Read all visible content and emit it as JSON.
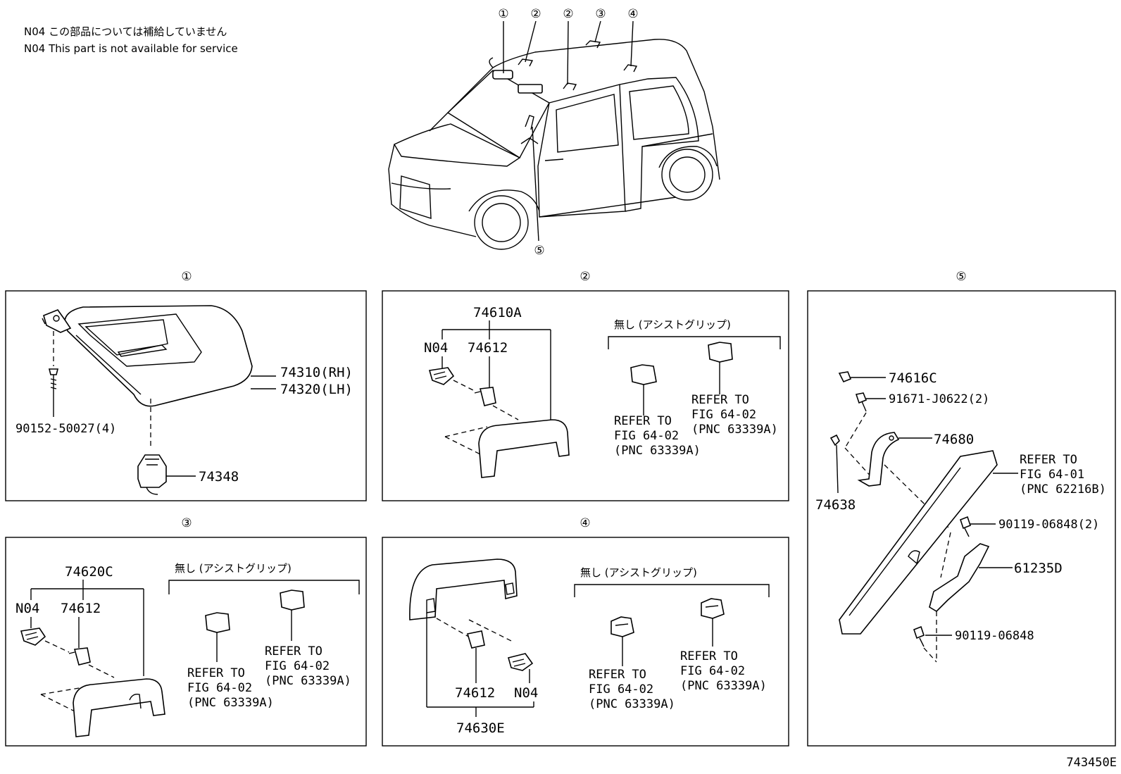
{
  "notes": {
    "jp": "N04 この部品については補給していません",
    "en": "N04 This part is not available for service"
  },
  "callouts": {
    "c1": "①",
    "c2": "②",
    "c3": "③",
    "c4": "④",
    "c5": "⑤"
  },
  "panel1": {
    "title": "①",
    "visor": "74310(RH)",
    "visor_lh": "74320(LH)",
    "screw": "90152-50027(4)",
    "holder": "74348"
  },
  "panel2": {
    "title": "②",
    "assy": "74610A",
    "n04": "N04",
    "cover": "74612",
    "without": "無し (アシストグリップ)",
    "ref_a": [
      "REFER TO",
      "FIG 64-02",
      "(PNC 63339A)"
    ],
    "ref_b": [
      "REFER TO",
      "FIG 64-02",
      "(PNC 63339A)"
    ]
  },
  "panel3": {
    "title": "③",
    "assy": "74620C",
    "n04": "N04",
    "cover": "74612",
    "without": "無し (アシストグリップ)",
    "ref_a": [
      "REFER TO",
      "FIG 64-02",
      "(PNC 63339A)"
    ],
    "ref_b": [
      "REFER TO",
      "FIG 64-02",
      "(PNC 63339A)"
    ]
  },
  "panel4": {
    "title": "④",
    "assy": "74630E",
    "n04": "N04",
    "cover": "74612",
    "without": "無し (アシストグリップ)",
    "ref_a": [
      "REFER TO",
      "FIG 64-02",
      "(PNC 63339A)"
    ],
    "ref_b": [
      "REFER TO",
      "FIG 64-02",
      "(PNC 63339A)"
    ]
  },
  "panel5": {
    "title": "⑤",
    "clip": "74616C",
    "bolt1": "91671-J0622(2)",
    "grip": "74680",
    "cap": "74638",
    "ref": [
      "REFER TO",
      "FIG 64-01",
      "(PNC 62216B)"
    ],
    "bolt2": "90119-06848(2)",
    "bracket": "61235D",
    "bolt3": "90119-06848"
  },
  "diagram_id": "743450E"
}
